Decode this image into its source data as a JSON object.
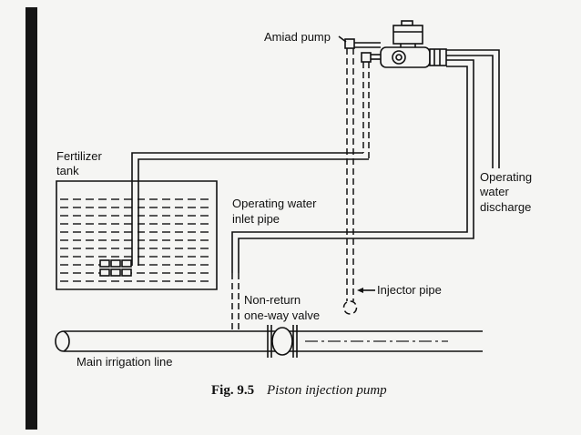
{
  "labels": {
    "amiad_pump": "Amiad pump",
    "fertilizer_tank": [
      "Fertilizer",
      "tank"
    ],
    "inlet_pipe": [
      "Operating water",
      "inlet pipe"
    ],
    "discharge": [
      "Operating",
      "water",
      "discharge"
    ],
    "injector_pipe": "Injector pipe",
    "non_return_valve": [
      "Non-return",
      "one-way valve"
    ],
    "main_line": "Main irrigation line"
  },
  "figure": {
    "caption_number": "Fig. 9.5",
    "caption_title": "Piston injection pump"
  }
}
